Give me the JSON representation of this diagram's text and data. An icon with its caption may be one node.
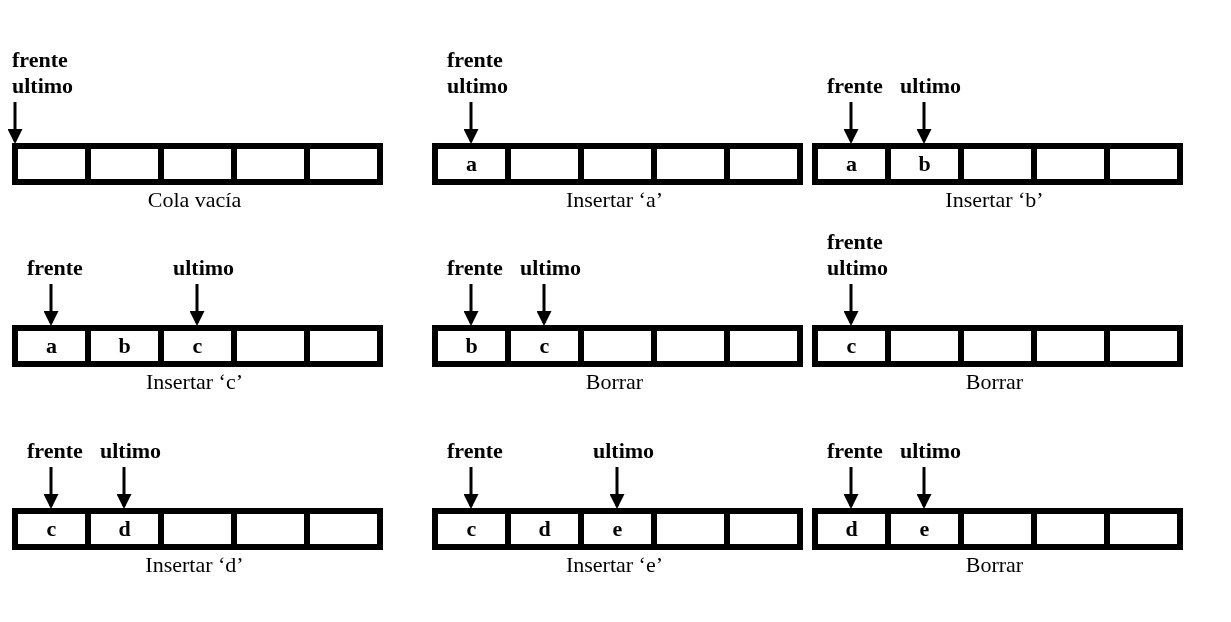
{
  "diagram": {
    "nodes": [
      {
        "text": [
          "frente",
          "ultimo"
        ]
      },
      {
        "text": [],
        "shape": "box"
      },
      {
        "text": [],
        "shape": "box"
      },
      {
        "text": [],
        "shape": "box"
      },
      {
        "text": [],
        "shape": "box"
      },
      {
        "text": [],
        "shape": "box"
      },
      {
        "text": [
          "frente",
          "ultimo"
        ]
      },
      {
        "text": [
          "a"
        ]
      },
      {
        "text": [],
        "shape": "box"
      },
      {
        "text": [],
        "shape": "box"
      },
      {
        "text": [],
        "shape": "box"
      },
      {
        "text": [],
        "shape": "box"
      },
      {
        "text": [
          "frente"
        ]
      },
      {
        "text": [
          "ultimo"
        ]
      },
      {
        "text": [
          "a"
        ]
      },
      {
        "text": [
          "b"
        ]
      },
      {
        "text": [],
        "shape": "box"
      },
      {
        "text": [],
        "shape": "box"
      },
      {
        "text": [],
        "shape": "box"
      },
      {
        "text": [
          "frente"
        ]
      },
      {
        "text": [
          "ultimo"
        ]
      },
      {
        "text": [
          "a"
        ]
      },
      {
        "text": [
          "b"
        ]
      },
      {
        "text": [
          "c"
        ]
      },
      {
        "text": [],
        "shape": "box"
      },
      {
        "text": [],
        "shape": "box"
      },
      {
        "text": [
          "frente"
        ]
      },
      {
        "text": [
          "ultimo"
        ]
      },
      {
        "text": [
          "b"
        ]
      },
      {
        "text": [
          "c"
        ]
      },
      {
        "text": [],
        "shape": "box"
      },
      {
        "text": [],
        "shape": "box"
      },
      {
        "text": [],
        "shape": "box"
      },
      {
        "text": [
          "frente",
          "ultimo"
        ]
      },
      {
        "text": [
          "c"
        ]
      },
      {
        "text": [],
        "shape": "box"
      },
      {
        "text": [],
        "shape": "box"
      },
      {
        "text": [],
        "shape": "box"
      },
      {
        "text": [],
        "shape": "box"
      },
      {
        "text": [
          "frente"
        ]
      },
      {
        "text": [
          "ultimo"
        ]
      },
      {
        "text": [
          "c"
        ]
      },
      {
        "text": [
          "d"
        ]
      },
      {
        "text": [],
        "shape": "box"
      },
      {
        "text": [],
        "shape": "box"
      },
      {
        "text": [],
        "shape": "box"
      },
      {
        "text": [
          "frente"
        ]
      },
      {
        "text": [
          "ultimo"
        ]
      },
      {
        "text": [
          "c"
        ]
      },
      {
        "text": [
          "d"
        ]
      },
      {
        "text": [
          "e"
        ]
      },
      {
        "text": [],
        "shape": "box"
      },
      {
        "text": [],
        "shape": "box"
      },
      {
        "text": [
          "frente"
        ]
      },
      {
        "text": [
          "ultimo"
        ]
      },
      {
        "text": [
          "d"
        ]
      },
      {
        "text": [
          "e"
        ]
      },
      {
        "text": [],
        "shape": "box"
      },
      {
        "text": [],
        "shape": "box"
      },
      {
        "text": [],
        "shape": "box"
      }
    ],
    "edges": [
      {
        "from": 0,
        "to": 1,
        "arrow": "to"
      },
      {
        "from": 6,
        "to": 7,
        "arrow": "to"
      },
      {
        "from": 12,
        "to": 14,
        "arrow": "to"
      },
      {
        "from": 13,
        "to": 15,
        "arrow": "to"
      },
      {
        "from": 19,
        "to": 21,
        "arrow": "to"
      },
      {
        "from": 20,
        "to": 23,
        "arrow": "to"
      },
      {
        "from": 26,
        "to": 28,
        "arrow": "to"
      },
      {
        "from": 27,
        "to": 29,
        "arrow": "to"
      },
      {
        "from": 33,
        "to": 34,
        "arrow": "to"
      },
      {
        "from": 39,
        "to": 41,
        "arrow": "to"
      },
      {
        "from": 40,
        "to": 42,
        "arrow": "to"
      },
      {
        "from": 46,
        "to": 48,
        "arrow": "to"
      },
      {
        "from": 47,
        "to": 50,
        "arrow": "to"
      },
      {
        "from": 53,
        "to": 55,
        "arrow": "to"
      },
      {
        "from": 54,
        "to": 56,
        "arrow": "to"
      }
    ],
    "labels": [
      "Cola vacía",
      "Insertar ‘a’",
      "Insertar ‘b’",
      "Insertar ‘c’",
      "Borrar",
      "Borrar",
      "Insertar ‘d’",
      "Insertar ‘e’",
      "Borrar"
    ]
  }
}
